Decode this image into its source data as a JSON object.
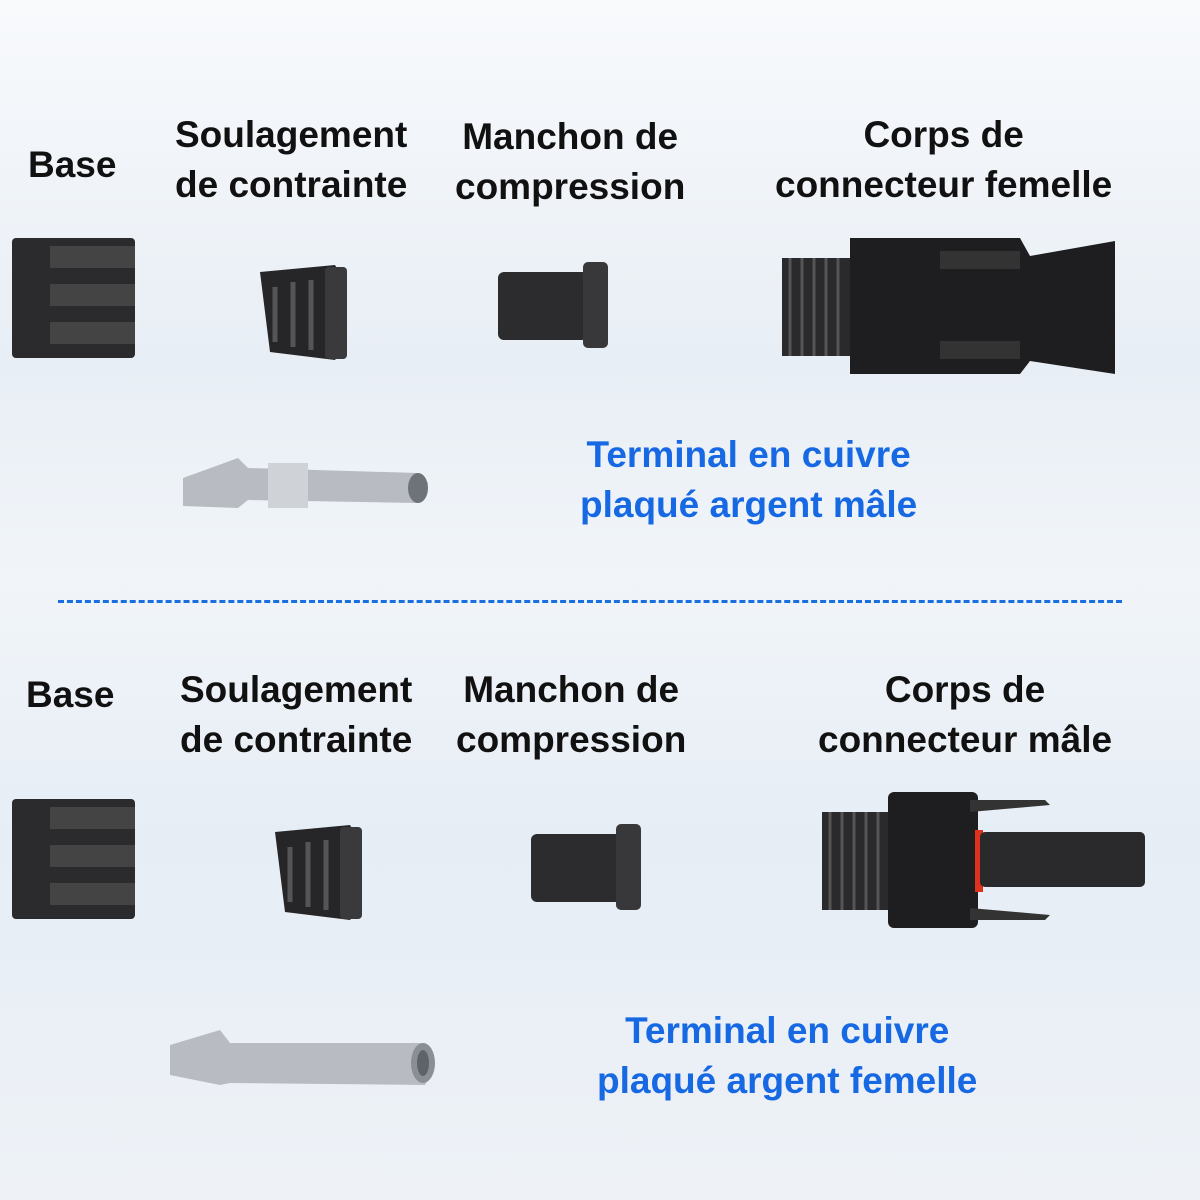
{
  "top": {
    "base": "Base",
    "strain_relief": [
      "Soulagement",
      "de contrainte"
    ],
    "compression_sleeve": [
      "Manchon de",
      "compression"
    ],
    "body": [
      "Corps de",
      "connecteur femelle"
    ],
    "terminal": [
      "Terminal en cuivre",
      "plaqué argent mâle"
    ]
  },
  "bottom": {
    "base": "Base",
    "strain_relief": [
      "Soulagement",
      "de contrainte"
    ],
    "compression_sleeve": [
      "Manchon de",
      "compression"
    ],
    "body": [
      "Corps de",
      "connecteur mâle"
    ],
    "terminal": [
      "Terminal en cuivre",
      "plaqué argent femelle"
    ]
  },
  "colors": {
    "accent": "#1668e3",
    "divider": "#1a6fe0",
    "seal": "#e0301e"
  }
}
